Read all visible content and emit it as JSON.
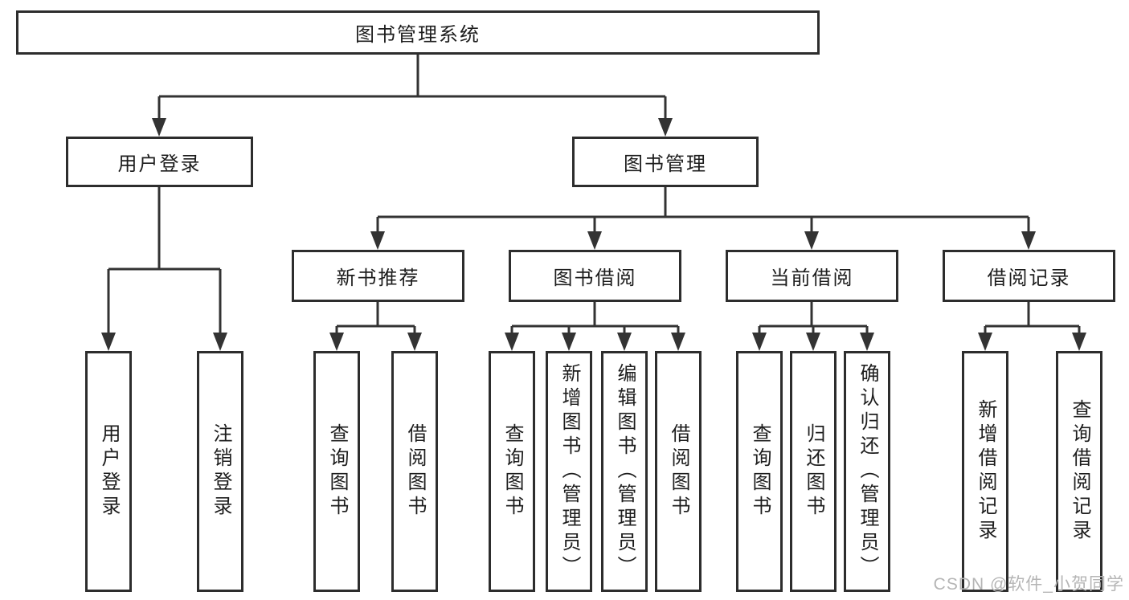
{
  "diagram": {
    "root_label": "图书管理系统",
    "level2": [
      {
        "label": "用户登录",
        "leaves": [
          "用户登录",
          "注销登录"
        ]
      },
      {
        "label": "图书管理"
      }
    ],
    "level3": [
      {
        "label": "新书推荐",
        "leaves": [
          "查询图书",
          "借阅图书"
        ]
      },
      {
        "label": "图书借阅",
        "leaves": [
          "查询图书",
          "新增图书（管理员）",
          "编辑图书（管理员）",
          "借阅图书"
        ]
      },
      {
        "label": "当前借阅",
        "leaves": [
          "查询图书",
          "归还图书",
          "确认归还（管理员）"
        ]
      },
      {
        "label": "借阅记录",
        "leaves": [
          "新增借阅记录",
          "查询借阅记录"
        ]
      }
    ]
  },
  "watermark": "CSDN @软件_小贺同学",
  "colors": {
    "line": "#333333",
    "box_border": "#2d2d2d",
    "box_fill": "#ffffff",
    "text": "#1d1d1d",
    "watermark": "#b5b5b5"
  }
}
